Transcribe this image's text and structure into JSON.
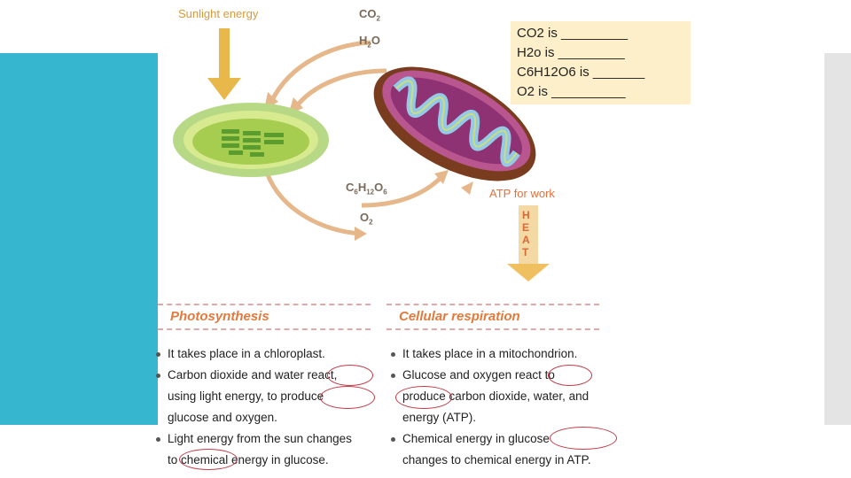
{
  "diagram": {
    "sunlight_label": "Sunlight energy",
    "co2": {
      "main": "CO",
      "sub": "2"
    },
    "h2o": {
      "a": "H",
      "sub": "2",
      "b": "O"
    },
    "glucose": {
      "c": "C",
      "c_sub": "6",
      "h": "H",
      "h_sub": "12",
      "o": "O",
      "o_sub": "6"
    },
    "o2": {
      "main": "O",
      "sub": "2"
    },
    "atp_label": "ATP for work",
    "heat_letters": [
      "H",
      "E",
      "A",
      "T"
    ]
  },
  "photosynthesis": {
    "title": "Photosynthesis",
    "lines": [
      "It takes place in a chloroplast.",
      "Carbon dioxide and water react,",
      "using light energy, to produce",
      "glucose and oxygen.",
      "Light energy from the sun changes",
      "to chemical energy in glucose."
    ]
  },
  "respiration": {
    "title": "Cellular respiration",
    "lines": [
      "It takes place in a mitochondrion.",
      "Glucose and oxygen react to",
      "produce carbon dioxide, water, and",
      "energy (ATP).",
      "Chemical energy in glucose",
      "changes to chemical energy in ATP."
    ]
  },
  "note": {
    "line1": "CO2 is _________",
    "line2": "H2o is _________",
    "line3": "C6H12O6 is _______",
    "line4": "O2 is __________"
  },
  "colors": {
    "teal": "#36b6cf",
    "note_bg": "#fdefca",
    "accent": "#e27a3c",
    "circle": "#c23b47"
  }
}
